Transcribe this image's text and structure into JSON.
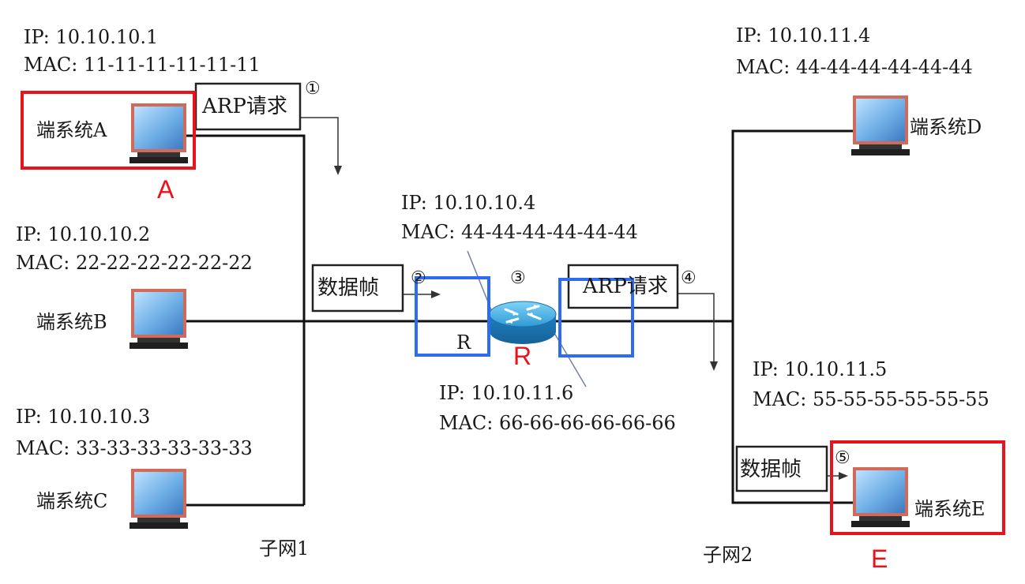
{
  "colors": {
    "highlight_red": "#e8141d",
    "highlight_blue": "#2e6bf0",
    "line": "#111111"
  },
  "hosts": {
    "a": {
      "name": "端系统A",
      "ip": "IP: 10.10.10.1",
      "mac": "MAC: 11-11-11-11-11-11",
      "marker": "A"
    },
    "b": {
      "name": "端系统B",
      "ip": "IP: 10.10.10.2",
      "mac": "MAC: 22-22-22-22-22-22"
    },
    "c": {
      "name": "端系统C",
      "ip": "IP: 10.10.10.3",
      "mac": "MAC: 33-33-33-33-33-33"
    },
    "d": {
      "name": "端系统D",
      "ip": "IP: 10.10.11.4",
      "mac": "MAC: 44-44-44-44-44-44"
    },
    "e": {
      "name": "端系统E",
      "ip": "IP: 10.10.11.5",
      "mac": "MAC: 55-55-55-55-55-55",
      "marker": "E"
    }
  },
  "router": {
    "marker": "R",
    "port_label": "R",
    "left_ip": "IP: 10.10.10.4",
    "left_mac": "MAC: 44-44-44-44-44-44",
    "right_ip": "IP: 10.10.11.6",
    "right_mac": "MAC: 66-66-66-66-66-66"
  },
  "frames": {
    "arp_request_1": "ARP请求",
    "arp_request_2": "ARP请求",
    "data_frame_1": "数据帧",
    "data_frame_2": "数据帧"
  },
  "steps": [
    "①",
    "②",
    "③",
    "④",
    "⑤"
  ],
  "subnets": {
    "subnet1": "子网1",
    "subnet2": "子网2"
  }
}
